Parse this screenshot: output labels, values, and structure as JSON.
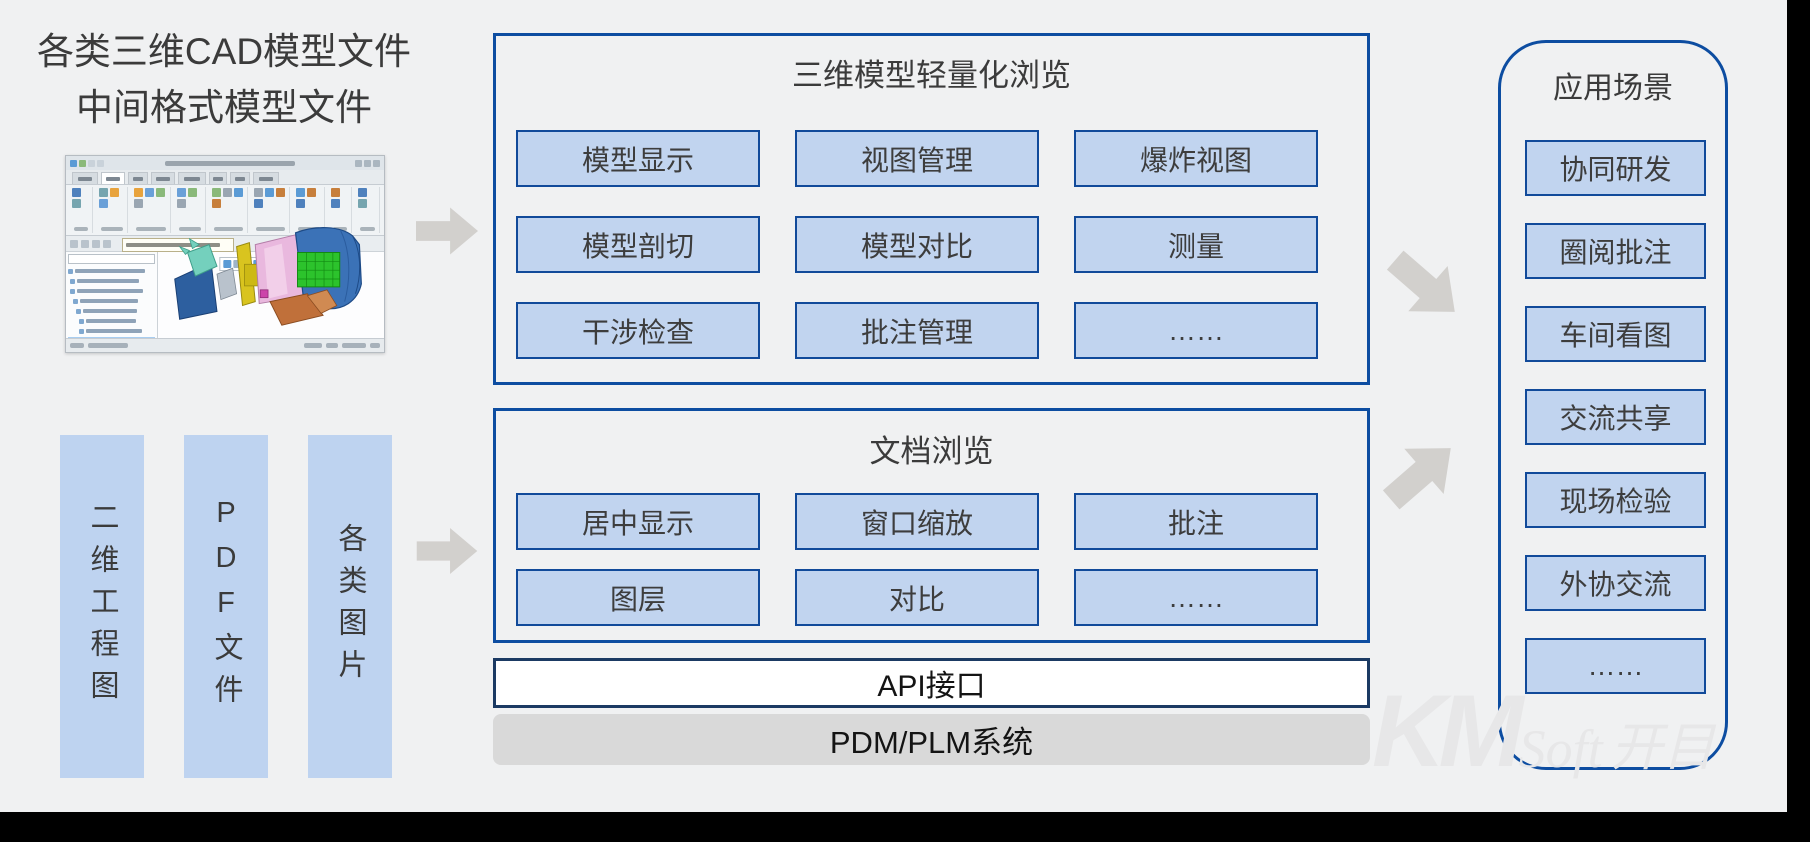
{
  "intro": {
    "line1": "各类三维CAD模型文件",
    "line2": "中间格式模型文件"
  },
  "sources": {
    "items": [
      "二维工程图",
      "PDF文件",
      "各类图片"
    ]
  },
  "model_browse": {
    "title": "三维模型轻量化浏览",
    "buttons": [
      "模型显示",
      "视图管理",
      "爆炸视图",
      "模型剖切",
      "模型对比",
      "测量",
      "干涉检查",
      "批注管理",
      "……"
    ]
  },
  "doc_browse": {
    "title": "文档浏览",
    "buttons": [
      "居中显示",
      "窗口缩放",
      "批注",
      "图层",
      "对比",
      "……"
    ]
  },
  "api_bar": {
    "label": "API接口"
  },
  "pdm_bar": {
    "label": "PDM/PLM系统"
  },
  "scenarios": {
    "title": "应用场景",
    "items": [
      "协同研发",
      "圈阅批注",
      "车间看图",
      "交流共享",
      "现场检验",
      "外协交流",
      "……"
    ]
  },
  "watermark": {
    "km": "KM",
    "soft": "Soft",
    "kaimu": "开目"
  },
  "colors": {
    "background": "#f0f1f2",
    "panel_border": "#0d4da1",
    "button_bg": "#c1d4ef",
    "button_border": "#114a9a",
    "source_bar_bg": "#bed3f0",
    "api_border": "#1b3a63",
    "pdm_bg": "#d9d9d9",
    "arrow": "#d2d0cd",
    "text": "#3d3d3d"
  }
}
